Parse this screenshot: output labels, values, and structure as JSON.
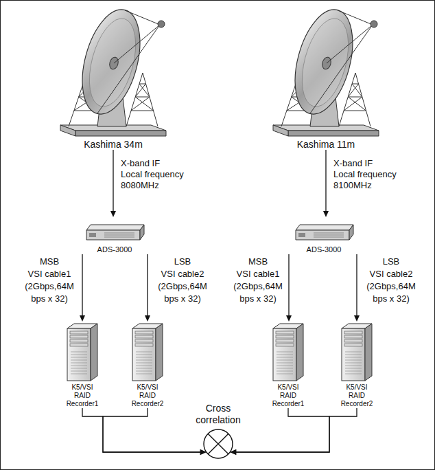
{
  "diagram": {
    "nodes": [
      {
        "text": [
          "Kashima 34m"
        ]
      },
      {
        "text": [
          "Kashima 11m"
        ]
      },
      {
        "text": [
          "ADS-3000"
        ]
      },
      {
        "text": [
          "ADS-3000"
        ]
      },
      {
        "text": [
          "K5/VSI RAID Recorder1"
        ]
      },
      {
        "text": [
          "K5/VSI RAID Recorder2"
        ]
      },
      {
        "text": [
          "K5/VSI RAID Recorder1"
        ]
      },
      {
        "text": [
          "K5/VSI RAID Recorder2"
        ]
      },
      {
        "text": [
          "Cross correlation"
        ]
      }
    ],
    "edges": [
      {
        "from": 0,
        "to": 2,
        "arrow": "to",
        "label": "X-band IF Local frequency 8080MHz"
      },
      {
        "from": 1,
        "to": 3,
        "arrow": "to",
        "label": "X-band IF Local frequency 8100MHz"
      },
      {
        "from": 2,
        "to": 4,
        "arrow": "to",
        "label": "MSB VSI cable1 (2Gbps,64M bps x 32)"
      },
      {
        "from": 2,
        "to": 5,
        "arrow": "to",
        "label": "LSB VSI cable2 (2Gbps,64M bps x 32)"
      },
      {
        "from": 3,
        "to": 6,
        "arrow": "to",
        "label": "MSB VSI cable1 (2Gbps,64M bps x 32)"
      },
      {
        "from": 3,
        "to": 7,
        "arrow": "to",
        "label": "LSB VSI cable2 (2Gbps,64M bps x 32)"
      },
      {
        "from": 4,
        "to": 8,
        "arrow": "to"
      },
      {
        "from": 5,
        "to": 8,
        "arrow": "to"
      },
      {
        "from": 6,
        "to": 8,
        "arrow": "to"
      },
      {
        "from": 7,
        "to": 8,
        "arrow": "to"
      }
    ]
  }
}
